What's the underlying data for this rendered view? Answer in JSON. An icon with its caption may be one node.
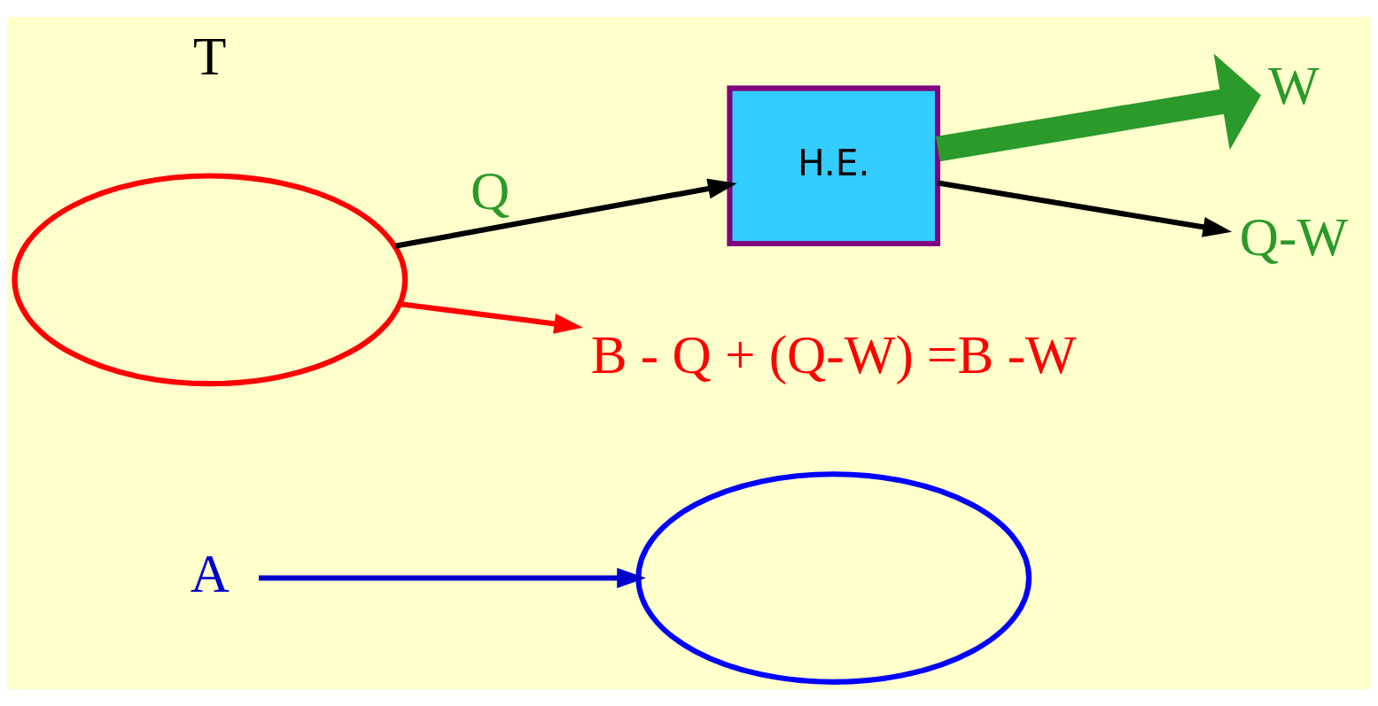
{
  "diagram": {
    "nodes": [
      {
        "text": [],
        "shape": "ellipse"
      },
      {
        "text": [
          "A"
        ]
      },
      {
        "text": [],
        "shape": "ellipse"
      },
      {
        "text": [
          "H.E."
        ]
      },
      {
        "text": [
          "W"
        ]
      },
      {
        "text": [
          "Q-W"
        ]
      },
      {
        "text": [
          "B - Q + (Q-W) =B -W"
        ]
      }
    ],
    "edges": [
      {
        "from": 1,
        "to": 0,
        "arrow": "to",
        "color": "#0000cc"
      },
      {
        "from": 2,
        "to": 3,
        "arrow": "to",
        "label": "Q"
      },
      {
        "from": 3,
        "to": 4,
        "arrow": "to",
        "style": "thick",
        "color": "#2a9a2a"
      },
      {
        "from": 3,
        "to": 5,
        "arrow": "to"
      },
      {
        "from": 2,
        "to": 6,
        "arrow": "to",
        "color": "#ff0000"
      }
    ],
    "labels": [
      "T"
    ]
  }
}
